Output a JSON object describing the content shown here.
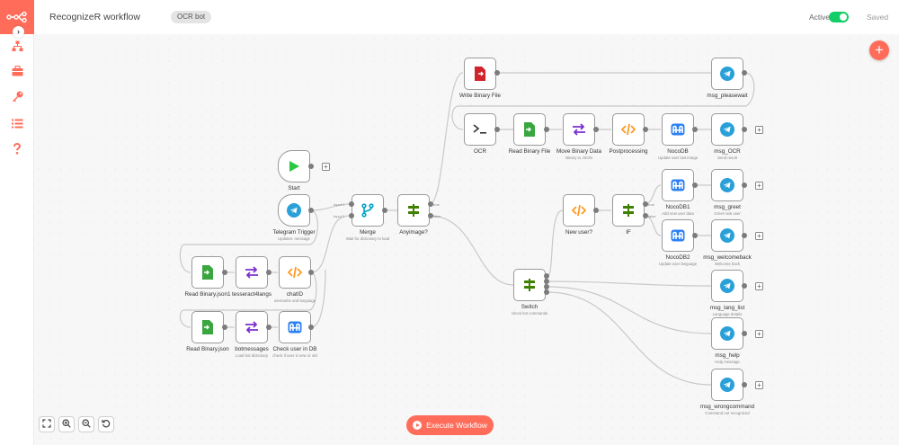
{
  "app": {
    "workflow_title": "RecognizeR workflow",
    "tag": "OCR bot",
    "active_label": "Active:",
    "active_on": true,
    "saved_label": "Saved",
    "accent_color": "#ff6d5a",
    "toggle_color": "#13ce66"
  },
  "sidebar": {
    "logo_icon": "n8n-logo-icon",
    "items": [
      {
        "icon": "workflows-icon"
      },
      {
        "icon": "templates-icon"
      },
      {
        "icon": "credentials-icon"
      },
      {
        "icon": "executions-icon"
      },
      {
        "icon": "help-icon"
      }
    ]
  },
  "toolbar": {
    "add_node": "+",
    "execute_label": "Execute Workflow",
    "zoom_buttons": [
      "fit-view-icon",
      "zoom-in-icon",
      "zoom-out-icon",
      "reset-zoom-icon"
    ]
  },
  "nodes": {
    "start": {
      "title": "Start",
      "icon": "play-icon"
    },
    "telegram_trigger": {
      "title": "Telegram Trigger",
      "subtitle": "Updates: message",
      "icon": "telegram-icon"
    },
    "merge": {
      "title": "Merge",
      "subtitle": "Wait for dictionary to load",
      "icon": "merge-icon",
      "in1": "Input 1",
      "in2": "Input 2"
    },
    "anyimage": {
      "title": "Anyimage?",
      "icon": "signpost-icon",
      "out_true": "true",
      "out_false": "false"
    },
    "write_binary": {
      "title": "Write Binary File",
      "icon": "write-file-icon"
    },
    "msg_pleasewait": {
      "title": "msg_pleasewait",
      "icon": "telegram-icon"
    },
    "ocr": {
      "title": "OCR",
      "icon": "terminal-icon"
    },
    "read_binary_file": {
      "title": "Read Binary File",
      "icon": "read-file-icon"
    },
    "move_binary": {
      "title": "Move Binary Data",
      "subtitle": "Binary to JSON",
      "icon": "arrows-icon"
    },
    "postprocessing": {
      "title": "Postprocessing",
      "icon": "code-icon"
    },
    "nocodb": {
      "title": "NocoDB",
      "subtitle": "Update user last image",
      "icon": "nocodb-icon"
    },
    "msg_ocr": {
      "title": "msg_OCR",
      "subtitle": "Send result",
      "icon": "telegram-icon"
    },
    "read_json1": {
      "title": "Read Binary.json1",
      "icon": "read-file-icon"
    },
    "tesseract": {
      "title": "tesseract4langs",
      "icon": "arrows-icon"
    },
    "chatid": {
      "title": "chatID",
      "subtitle": "username and language",
      "icon": "code-icon"
    },
    "read_json": {
      "title": "Read Binary.json",
      "icon": "read-file-icon"
    },
    "botmessages": {
      "title": "botmessages",
      "subtitle": "Load bot dictionary",
      "icon": "arrows-icon"
    },
    "check_user": {
      "title": "Check user in DB",
      "subtitle": "check if user is new or old",
      "icon": "nocodb-icon"
    },
    "new_user": {
      "title": "New user?",
      "icon": "code-icon"
    },
    "if": {
      "title": "IF",
      "icon": "signpost-icon",
      "out_true": "true",
      "out_false": "false"
    },
    "nocodb1": {
      "title": "NocoDB1",
      "subtitle": "Add new user data",
      "icon": "nocodb-icon"
    },
    "msg_greet": {
      "title": "msg_greet",
      "subtitle": "Greet new user",
      "icon": "telegram-icon"
    },
    "nocodb2": {
      "title": "NocoDB2",
      "subtitle": "Update user language",
      "icon": "nocodb-icon"
    },
    "msg_welcomeback": {
      "title": "msg_welcomeback",
      "subtitle": "Welcome back",
      "icon": "telegram-icon"
    },
    "switch": {
      "title": "Switch",
      "subtitle": "check bot commands",
      "icon": "signpost-icon"
    },
    "msg_lang_list": {
      "title": "msg_lang_list",
      "subtitle": "Language details",
      "icon": "telegram-icon"
    },
    "msg_help": {
      "title": "msg_help",
      "subtitle": "Help message",
      "icon": "telegram-icon"
    },
    "msg_wrongcommand": {
      "title": "msg_wrongcommand",
      "subtitle": "Command not recognized",
      "icon": "telegram-icon"
    }
  }
}
